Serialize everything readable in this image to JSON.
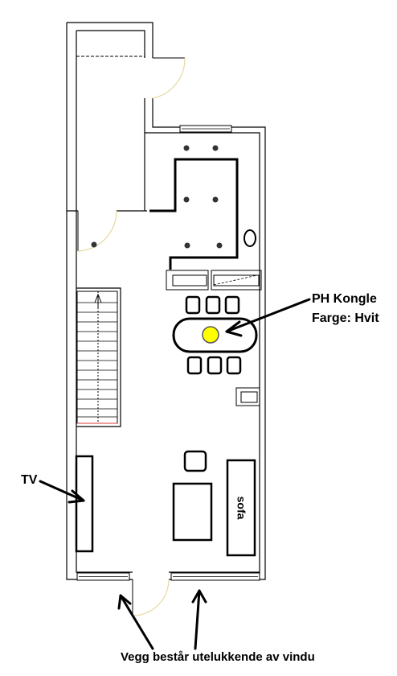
{
  "annotations": {
    "lamp_name": "PH Kongle",
    "lamp_color": "Farge: Hvit",
    "tv": "TV",
    "sofa": "sofa",
    "window_wall": "Vegg består utelukkende av vindu"
  },
  "colors": {
    "wall": "#000000",
    "lamp": "#ffff00",
    "door_arc": "#e6d9a0",
    "stair_bottom": "#e06060"
  }
}
